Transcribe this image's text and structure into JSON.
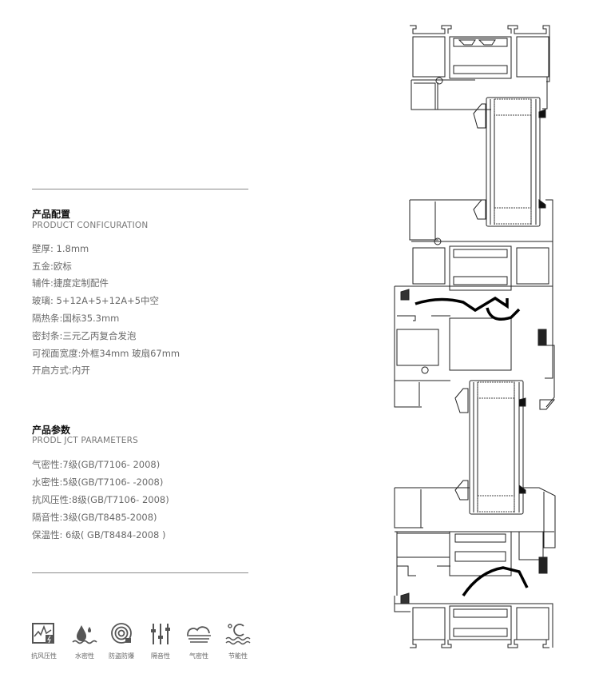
{
  "configuration": {
    "title": "产品配置",
    "subtitle": "PRODUCT CONFICURATION",
    "items": [
      "壁厚: 1.8mm",
      "五金:欧标",
      "辅件:捷度定制配件",
      "玻璃: 5+12A+5+12A+5中空",
      "隔热条:国标35.3mm",
      "密封条:三元乙丙复合发泡",
      "可视面宽度:外框34mm 玻扇67mm",
      "开启方式:内开"
    ]
  },
  "parameters": {
    "title": "产品参数",
    "subtitle": "PRODL JCT PARAMETERS",
    "items": [
      "气密性:7级(GB/T7106- 2008)",
      "水密性:5级(GB/T7106- -2008)",
      "抗风压性:8级(GB/T7106- 2008)",
      "隔音性:3级(GB/T8485-2008)",
      "保温性: 6级( GB/T8484-2008 )"
    ]
  },
  "features": [
    {
      "icon": "wind-pressure-icon",
      "label": "抗风压性"
    },
    {
      "icon": "water-tightness-icon",
      "label": "水密性"
    },
    {
      "icon": "anti-theft-icon",
      "label": "防盗防爆"
    },
    {
      "icon": "sound-insulation-icon",
      "label": "隔音性"
    },
    {
      "icon": "air-tightness-icon",
      "label": "气密性"
    },
    {
      "icon": "energy-saving-icon",
      "label": "节能性"
    }
  ]
}
